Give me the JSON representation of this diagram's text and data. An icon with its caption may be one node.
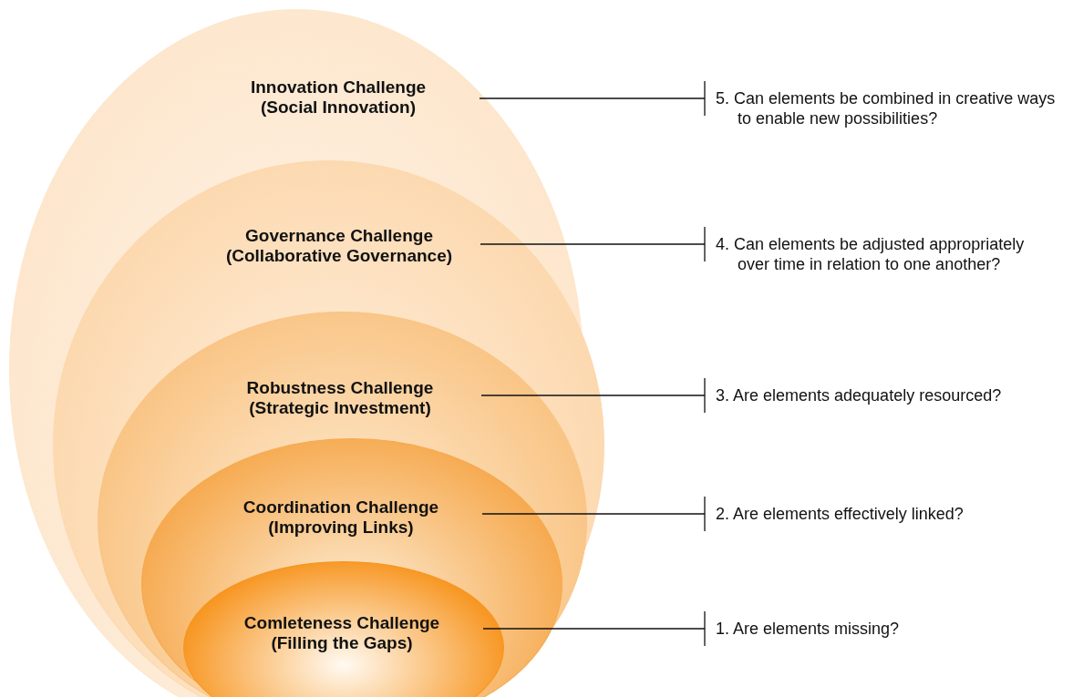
{
  "diagram": {
    "nodes": [
      {
        "text": [
          "Innovation Challenge",
          "(Social Innovation)"
        ]
      },
      {
        "text": [
          "Governance Challenge",
          "(Collaborative Governance)"
        ],
        "in": 0
      },
      {
        "text": [
          "Robustness Challenge",
          "(Strategic Investment)"
        ],
        "in": 1
      },
      {
        "text": [
          "Coordination Challenge",
          "(Improving Links)"
        ],
        "in": 2
      },
      {
        "text": [
          "Comleteness Challenge",
          "(Filling the Gaps)"
        ],
        "in": 3
      },
      {
        "text": [
          "5. Can elements be combined in creative ways to enable new possibilities?"
        ]
      },
      {
        "text": [
          "4. Can elements be adjusted appropriately over time in relation to one another?"
        ]
      },
      {
        "text": [
          "3. Are elements adequately resourced?"
        ]
      },
      {
        "text": [
          "2. Are elements effectively linked?"
        ]
      },
      {
        "text": [
          "1. Are elements missing?"
        ]
      }
    ],
    "edges": [
      {
        "from": 0,
        "to": 5,
        "arrow": "other"
      },
      {
        "from": 1,
        "to": 6,
        "arrow": "other"
      },
      {
        "from": 2,
        "to": 7,
        "arrow": "other"
      },
      {
        "from": 3,
        "to": 8,
        "arrow": "other"
      },
      {
        "from": 4,
        "to": 9,
        "arrow": "other"
      }
    ]
  }
}
